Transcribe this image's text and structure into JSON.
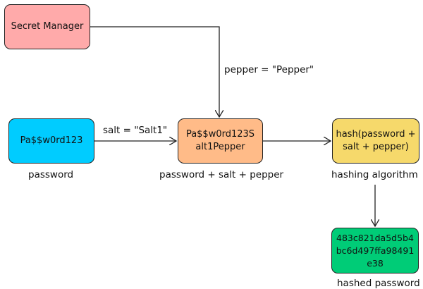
{
  "nodes": {
    "secret_manager": {
      "text": "Secret Manager",
      "color": "#ffaaaa"
    },
    "password": {
      "text": "Pa$$w0rd123",
      "label": "password",
      "color": "#00ccff"
    },
    "combined": {
      "text": "Pa$$w0rd123Salt1Pepper",
      "label": "password + salt + pepper",
      "color": "#ffbb88"
    },
    "hash_fn": {
      "text": "hash(password + salt + pepper)",
      "label": "hashing algorithm",
      "color": "#f6d96b"
    },
    "hashed": {
      "text": "483c821da5d5b4bc6d497ffa98491e38",
      "label": "hashed password",
      "color": "#00cc77"
    }
  },
  "edges": {
    "pepper": "pepper = \"Pepper\"",
    "salt": "salt = \"Salt1\""
  }
}
